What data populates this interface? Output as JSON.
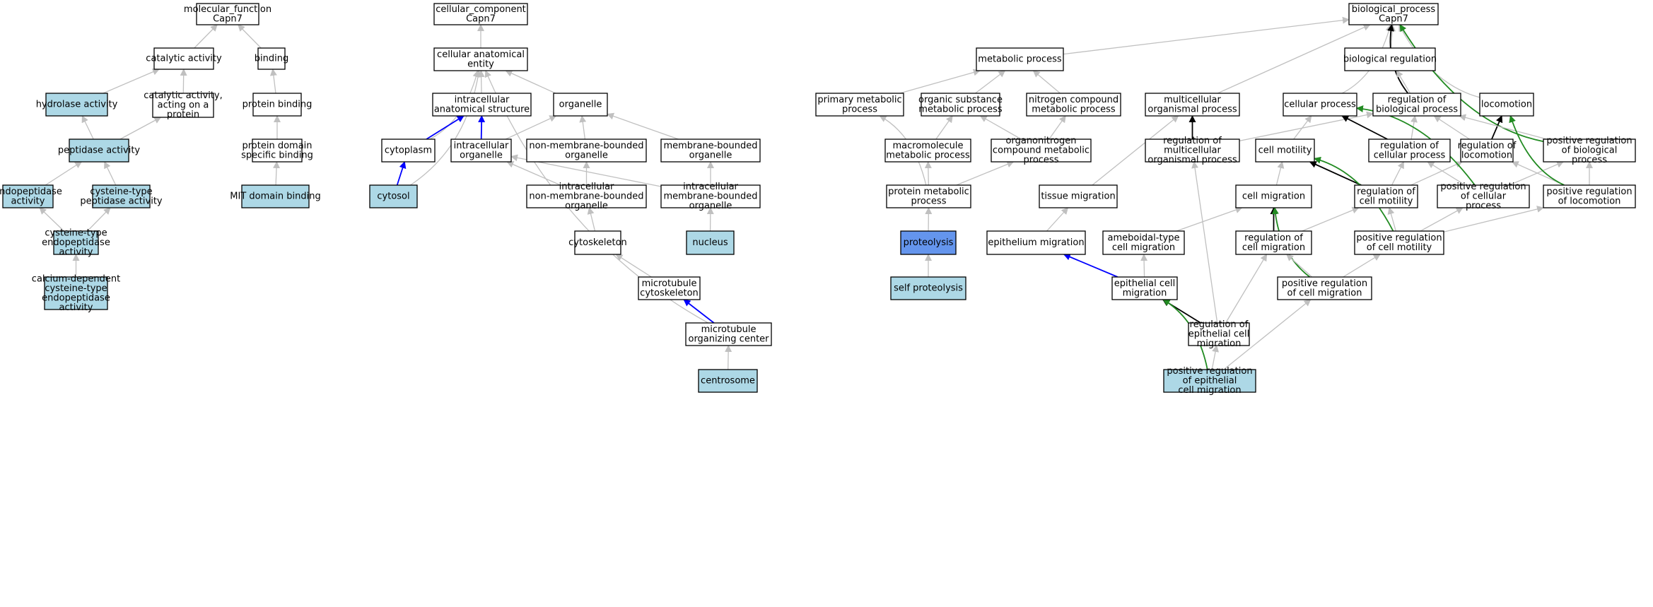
{
  "colors": {
    "plain": "#ffffff",
    "annotated": "#add8e6",
    "highlight": "#6495ed",
    "edge_default": "#c0c0c0",
    "edge_black": "#000000",
    "edge_blue": "#0000ff",
    "edge_green": "#228b22"
  },
  "nodes": [
    {
      "id": "mf",
      "lines": [
        "molecular_function",
        "Capn7"
      ],
      "fill": "plain"
    },
    {
      "id": "catalytic",
      "lines": [
        "catalytic activity"
      ],
      "fill": "plain"
    },
    {
      "id": "binding",
      "lines": [
        "binding"
      ],
      "fill": "plain"
    },
    {
      "id": "hydrolase",
      "lines": [
        "hydrolase activity"
      ],
      "fill": "annotated"
    },
    {
      "id": "cat_protein",
      "lines": [
        "catalytic activity,",
        "acting on a",
        "protein"
      ],
      "fill": "plain"
    },
    {
      "id": "protein_binding",
      "lines": [
        "protein binding"
      ],
      "fill": "plain"
    },
    {
      "id": "peptidase",
      "lines": [
        "peptidase activity"
      ],
      "fill": "annotated"
    },
    {
      "id": "pdsb",
      "lines": [
        "protein domain",
        "specific binding"
      ],
      "fill": "plain"
    },
    {
      "id": "endopep",
      "lines": [
        "endopeptidase",
        "activity"
      ],
      "fill": "annotated"
    },
    {
      "id": "cys_pep",
      "lines": [
        "cysteine-type",
        "peptidase activity"
      ],
      "fill": "annotated"
    },
    {
      "id": "mit",
      "lines": [
        "MIT domain binding"
      ],
      "fill": "annotated"
    },
    {
      "id": "cys_endo",
      "lines": [
        "cysteine-type",
        "endopeptidase",
        "activity"
      ],
      "fill": "annotated"
    },
    {
      "id": "calcium",
      "lines": [
        "calcium-dependent",
        "cysteine-type",
        "endopeptidase",
        "activity"
      ],
      "fill": "annotated"
    },
    {
      "id": "cc",
      "lines": [
        "cellular_component",
        "Capn7"
      ],
      "fill": "plain"
    },
    {
      "id": "cae",
      "lines": [
        "cellular anatomical",
        "entity"
      ],
      "fill": "plain"
    },
    {
      "id": "ias",
      "lines": [
        "intracellular",
        "anatomical structure"
      ],
      "fill": "plain"
    },
    {
      "id": "organelle",
      "lines": [
        "organelle"
      ],
      "fill": "plain"
    },
    {
      "id": "cytoplasm",
      "lines": [
        "cytoplasm"
      ],
      "fill": "plain"
    },
    {
      "id": "io",
      "lines": [
        "intracellular",
        "organelle"
      ],
      "fill": "plain"
    },
    {
      "id": "nmbo",
      "lines": [
        "non-membrane-bounded",
        "organelle"
      ],
      "fill": "plain"
    },
    {
      "id": "mbo",
      "lines": [
        "membrane-bounded",
        "organelle"
      ],
      "fill": "plain"
    },
    {
      "id": "cytosol",
      "lines": [
        "cytosol"
      ],
      "fill": "annotated"
    },
    {
      "id": "inmbo",
      "lines": [
        "intracellular",
        "non-membrane-bounded",
        "organelle"
      ],
      "fill": "plain"
    },
    {
      "id": "imbo",
      "lines": [
        "intracellular",
        "membrane-bounded",
        "organelle"
      ],
      "fill": "plain"
    },
    {
      "id": "cytoskeleton",
      "lines": [
        "cytoskeleton"
      ],
      "fill": "plain"
    },
    {
      "id": "nucleus",
      "lines": [
        "nucleus"
      ],
      "fill": "annotated"
    },
    {
      "id": "mtcs",
      "lines": [
        "microtubule",
        "cytoskeleton"
      ],
      "fill": "plain"
    },
    {
      "id": "mtoc",
      "lines": [
        "microtubule",
        "organizing center"
      ],
      "fill": "plain"
    },
    {
      "id": "centrosome",
      "lines": [
        "centrosome"
      ],
      "fill": "annotated"
    },
    {
      "id": "bp",
      "lines": [
        "biological_process",
        "Capn7"
      ],
      "fill": "plain"
    },
    {
      "id": "metabolic",
      "lines": [
        "metabolic process"
      ],
      "fill": "plain"
    },
    {
      "id": "bioreg",
      "lines": [
        "biological regulation"
      ],
      "fill": "plain"
    },
    {
      "id": "primary",
      "lines": [
        "primary metabolic",
        "process"
      ],
      "fill": "plain"
    },
    {
      "id": "organic",
      "lines": [
        "organic substance",
        "metabolic process"
      ],
      "fill": "plain"
    },
    {
      "id": "nitrogen",
      "lines": [
        "nitrogen compound",
        "metabolic process"
      ],
      "fill": "plain"
    },
    {
      "id": "multicell",
      "lines": [
        "multicellular",
        "organismal process"
      ],
      "fill": "plain"
    },
    {
      "id": "cellproc",
      "lines": [
        "cellular process"
      ],
      "fill": "plain"
    },
    {
      "id": "regbio",
      "lines": [
        "regulation of",
        "biological process"
      ],
      "fill": "plain"
    },
    {
      "id": "locomotion",
      "lines": [
        "locomotion"
      ],
      "fill": "plain"
    },
    {
      "id": "macromol",
      "lines": [
        "macromolecule",
        "metabolic process"
      ],
      "fill": "plain"
    },
    {
      "id": "organonitro",
      "lines": [
        "organonitrogen",
        "compound metabolic",
        "process"
      ],
      "fill": "plain"
    },
    {
      "id": "regmulti",
      "lines": [
        "regulation of",
        "multicellular",
        "organismal process"
      ],
      "fill": "plain"
    },
    {
      "id": "cellmot",
      "lines": [
        "cell motility"
      ],
      "fill": "plain"
    },
    {
      "id": "regcell",
      "lines": [
        "regulation of",
        "cellular process"
      ],
      "fill": "plain"
    },
    {
      "id": "regloco",
      "lines": [
        "regulation of",
        "locomotion"
      ],
      "fill": "plain"
    },
    {
      "id": "posregbio",
      "lines": [
        "positive regulation",
        "of biological",
        "process"
      ],
      "fill": "plain"
    },
    {
      "id": "protmeta",
      "lines": [
        "protein metabolic",
        "process"
      ],
      "fill": "plain"
    },
    {
      "id": "tissuemig",
      "lines": [
        "tissue migration"
      ],
      "fill": "plain"
    },
    {
      "id": "cellmig",
      "lines": [
        "cell migration"
      ],
      "fill": "plain"
    },
    {
      "id": "regcellmot",
      "lines": [
        "regulation of",
        "cell motility"
      ],
      "fill": "plain"
    },
    {
      "id": "posregcell",
      "lines": [
        "positive regulation",
        "of cellular",
        "process"
      ],
      "fill": "plain"
    },
    {
      "id": "posregloco",
      "lines": [
        "positive regulation",
        "of locomotion"
      ],
      "fill": "plain"
    },
    {
      "id": "proteolysis",
      "lines": [
        "proteolysis"
      ],
      "fill": "highlight"
    },
    {
      "id": "epimig",
      "lines": [
        "epithelium migration"
      ],
      "fill": "plain"
    },
    {
      "id": "ameboid",
      "lines": [
        "ameboidal-type",
        "cell migration"
      ],
      "fill": "plain"
    },
    {
      "id": "regcellmig",
      "lines": [
        "regulation of",
        "cell migration"
      ],
      "fill": "plain"
    },
    {
      "id": "posregcellmot",
      "lines": [
        "positive regulation",
        "of cell motility"
      ],
      "fill": "plain"
    },
    {
      "id": "selfprot",
      "lines": [
        "self proteolysis"
      ],
      "fill": "annotated"
    },
    {
      "id": "epicellmig",
      "lines": [
        "epithelial cell",
        "migration"
      ],
      "fill": "plain"
    },
    {
      "id": "posregcellmig",
      "lines": [
        "positive regulation",
        "of cell migration"
      ],
      "fill": "plain"
    },
    {
      "id": "regepi",
      "lines": [
        "regulation of",
        "epithelial cell",
        "migration"
      ],
      "fill": "plain"
    },
    {
      "id": "posregepi",
      "lines": [
        "positive regulation",
        "of epithelial",
        "cell migration"
      ],
      "fill": "annotated"
    }
  ],
  "edges": [
    {
      "from": "catalytic",
      "to": "mf",
      "color": "edge_default"
    },
    {
      "from": "binding",
      "to": "mf",
      "color": "edge_default"
    },
    {
      "from": "hydrolase",
      "to": "catalytic",
      "color": "edge_default"
    },
    {
      "from": "cat_protein",
      "to": "catalytic",
      "color": "edge_default"
    },
    {
      "from": "protein_binding",
      "to": "binding",
      "color": "edge_default"
    },
    {
      "from": "peptidase",
      "to": "hydrolase",
      "color": "edge_default"
    },
    {
      "from": "peptidase",
      "to": "cat_protein",
      "color": "edge_default"
    },
    {
      "from": "pdsb",
      "to": "protein_binding",
      "color": "edge_default"
    },
    {
      "from": "endopep",
      "to": "peptidase",
      "color": "edge_default"
    },
    {
      "from": "cys_pep",
      "to": "peptidase",
      "color": "edge_default"
    },
    {
      "from": "mit",
      "to": "pdsb",
      "color": "edge_default"
    },
    {
      "from": "cys_endo",
      "to": "endopep",
      "color": "edge_default"
    },
    {
      "from": "cys_endo",
      "to": "cys_pep",
      "color": "edge_default"
    },
    {
      "from": "calcium",
      "to": "cys_endo",
      "color": "edge_default"
    },
    {
      "from": "cae",
      "to": "cc",
      "color": "edge_default"
    },
    {
      "from": "ias",
      "to": "cae",
      "color": "edge_default"
    },
    {
      "from": "organelle",
      "to": "cae",
      "color": "edge_default"
    },
    {
      "from": "cytoplasm",
      "to": "cae",
      "color": "edge_default",
      "curve": 1
    },
    {
      "from": "cytosol",
      "to": "cae",
      "color": "edge_default",
      "curve": 1
    },
    {
      "from": "cytoplasm",
      "to": "ias",
      "color": "edge_blue"
    },
    {
      "from": "io",
      "to": "ias",
      "color": "edge_blue"
    },
    {
      "from": "cytosol",
      "to": "cytoplasm",
      "color": "edge_blue"
    },
    {
      "from": "io",
      "to": "organelle",
      "color": "edge_default"
    },
    {
      "from": "nmbo",
      "to": "organelle",
      "color": "edge_default"
    },
    {
      "from": "mbo",
      "to": "organelle",
      "color": "edge_default"
    },
    {
      "from": "inmbo",
      "to": "io",
      "color": "edge_default"
    },
    {
      "from": "imbo",
      "to": "io",
      "color": "edge_default"
    },
    {
      "from": "inmbo",
      "to": "nmbo",
      "color": "edge_default"
    },
    {
      "from": "imbo",
      "to": "mbo",
      "color": "edge_default"
    },
    {
      "from": "cytoskeleton",
      "to": "inmbo",
      "color": "edge_default"
    },
    {
      "from": "nucleus",
      "to": "imbo",
      "color": "edge_default"
    },
    {
      "from": "mtcs",
      "to": "cytoskeleton",
      "color": "edge_default"
    },
    {
      "from": "mtoc",
      "to": "mtcs",
      "color": "edge_blue"
    },
    {
      "from": "mtoc",
      "to": "cae",
      "color": "edge_default",
      "curve": -1
    },
    {
      "from": "centrosome",
      "to": "mtoc",
      "color": "edge_default"
    },
    {
      "from": "metabolic",
      "to": "bp",
      "color": "edge_default"
    },
    {
      "from": "bioreg",
      "to": "bp",
      "color": "edge_default"
    },
    {
      "from": "multicell",
      "to": "bp",
      "color": "edge_default"
    },
    {
      "from": "cellproc",
      "to": "bp",
      "color": "edge_default",
      "curve": 1
    },
    {
      "from": "regbio",
      "to": "bp",
      "color": "edge_black",
      "curve": -1
    },
    {
      "from": "locomotion",
      "to": "bp",
      "color": "edge_default",
      "curve": -1
    },
    {
      "from": "posregbio",
      "to": "bp",
      "color": "edge_green",
      "curve": -1
    },
    {
      "from": "primary",
      "to": "metabolic",
      "color": "edge_default"
    },
    {
      "from": "organic",
      "to": "metabolic",
      "color": "edge_default"
    },
    {
      "from": "nitrogen",
      "to": "metabolic",
      "color": "edge_default"
    },
    {
      "from": "regbio",
      "to": "bioreg",
      "color": "edge_default"
    },
    {
      "from": "macromol",
      "to": "organic",
      "color": "edge_default"
    },
    {
      "from": "organonitro",
      "to": "organic",
      "color": "edge_default"
    },
    {
      "from": "organonitro",
      "to": "nitrogen",
      "color": "edge_default"
    },
    {
      "from": "protmeta",
      "to": "primary",
      "color": "edge_default",
      "curve": 1
    },
    {
      "from": "protmeta",
      "to": "macromol",
      "color": "edge_default"
    },
    {
      "from": "protmeta",
      "to": "organonitro",
      "color": "edge_default"
    },
    {
      "from": "proteolysis",
      "to": "protmeta",
      "color": "edge_default"
    },
    {
      "from": "selfprot",
      "to": "proteolysis",
      "color": "edge_default"
    },
    {
      "from": "regmulti",
      "to": "multicell",
      "color": "edge_black"
    },
    {
      "from": "regmulti",
      "to": "regbio",
      "color": "edge_default"
    },
    {
      "from": "tissuemig",
      "to": "multicell",
      "color": "edge_default"
    },
    {
      "from": "cellmot",
      "to": "cellproc",
      "color": "edge_default"
    },
    {
      "from": "regcell",
      "to": "cellproc",
      "color": "edge_black"
    },
    {
      "from": "regcell",
      "to": "regbio",
      "color": "edge_default"
    },
    {
      "from": "regloco",
      "to": "regbio",
      "color": "edge_default"
    },
    {
      "from": "regloco",
      "to": "locomotion",
      "color": "edge_black"
    },
    {
      "from": "posregbio",
      "to": "regbio",
      "color": "edge_default"
    },
    {
      "from": "cellmig",
      "to": "cellmot",
      "color": "edge_default"
    },
    {
      "from": "regcellmot",
      "to": "cellmot",
      "color": "edge_black"
    },
    {
      "from": "regcellmot",
      "to": "regcell",
      "color": "edge_default"
    },
    {
      "from": "regcellmot",
      "to": "regloco",
      "color": "edge_default"
    },
    {
      "from": "posregcell",
      "to": "cellproc",
      "color": "edge_green",
      "curve": 1
    },
    {
      "from": "posregcell",
      "to": "regcell",
      "color": "edge_default"
    },
    {
      "from": "posregcell",
      "to": "posregbio",
      "color": "edge_default"
    },
    {
      "from": "posregloco",
      "to": "regloco",
      "color": "edge_default"
    },
    {
      "from": "posregloco",
      "to": "posregbio",
      "color": "edge_default"
    },
    {
      "from": "posregloco",
      "to": "locomotion",
      "color": "edge_green",
      "curve": -1
    },
    {
      "from": "epimig",
      "to": "tissuemig",
      "color": "edge_default"
    },
    {
      "from": "ameboid",
      "to": "cellmig",
      "color": "edge_default"
    },
    {
      "from": "regcellmig",
      "to": "cellmig",
      "color": "edge_black"
    },
    {
      "from": "regcellmig",
      "to": "regcellmot",
      "color": "edge_default"
    },
    {
      "from": "posregcellmot",
      "to": "cellmot",
      "color": "edge_green",
      "curve": 1
    },
    {
      "from": "posregcellmot",
      "to": "regcellmot",
      "color": "edge_default"
    },
    {
      "from": "posregcellmot",
      "to": "posregcell",
      "color": "edge_default"
    },
    {
      "from": "posregcellmot",
      "to": "posregloco",
      "color": "edge_default"
    },
    {
      "from": "epicellmig",
      "to": "epimig",
      "color": "edge_blue"
    },
    {
      "from": "epicellmig",
      "to": "ameboid",
      "color": "edge_default"
    },
    {
      "from": "posregcellmig",
      "to": "cellmig",
      "color": "edge_green",
      "curve": -1
    },
    {
      "from": "posregcellmig",
      "to": "regcellmig",
      "color": "edge_default"
    },
    {
      "from": "posregcellmig",
      "to": "posregcellmot",
      "color": "edge_default"
    },
    {
      "from": "regepi",
      "to": "epicellmig",
      "color": "edge_black"
    },
    {
      "from": "regepi",
      "to": "regcellmig",
      "color": "edge_default"
    },
    {
      "from": "regepi",
      "to": "regmulti",
      "color": "edge_default"
    },
    {
      "from": "posregepi",
      "to": "epicellmig",
      "color": "edge_green",
      "curve": 1
    },
    {
      "from": "posregepi",
      "to": "regepi",
      "color": "edge_default"
    },
    {
      "from": "posregepi",
      "to": "posregcellmig",
      "color": "edge_default"
    }
  ]
}
